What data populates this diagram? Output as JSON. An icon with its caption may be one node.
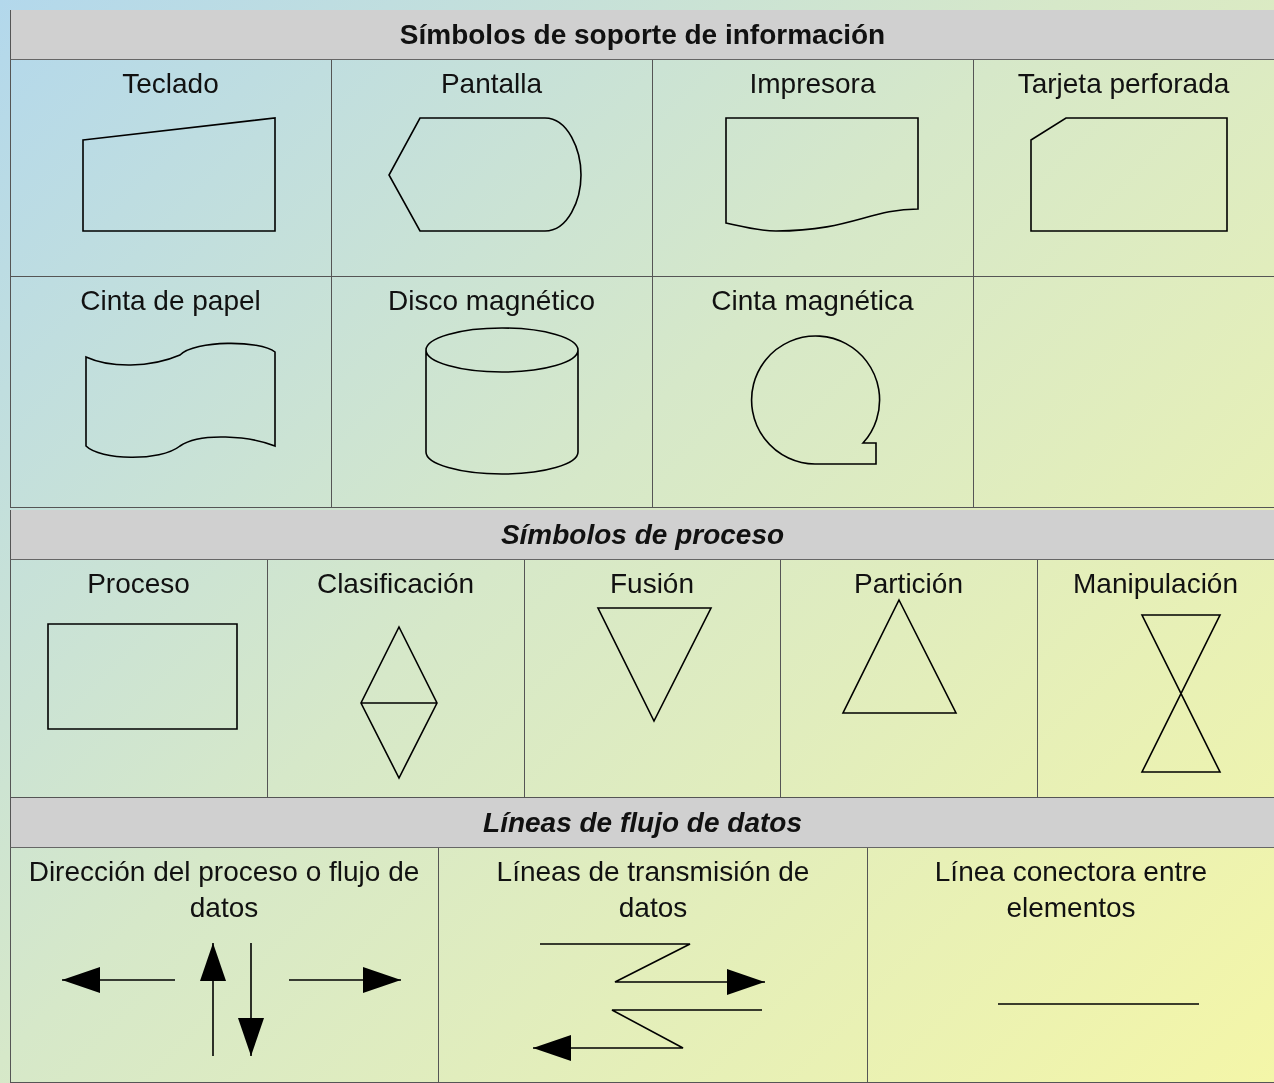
{
  "diagram": {
    "nodes": [
      {
        "text": [
          "Teclado"
        ]
      },
      {
        "text": [
          "Pantalla"
        ]
      },
      {
        "text": [
          "Impresora"
        ]
      },
      {
        "text": [
          "Tarjeta perforada"
        ]
      },
      {
        "text": [
          "Cinta de papel"
        ]
      },
      {
        "text": [
          "Disco magnético"
        ]
      },
      {
        "text": [
          "Cinta magnética"
        ]
      },
      {
        "text": [
          "Proceso"
        ]
      },
      {
        "text": [
          "Clasificación"
        ]
      },
      {
        "text": [
          "Fusión"
        ]
      },
      {
        "text": [
          "Partición"
        ]
      },
      {
        "text": [
          "Manipulación"
        ]
      }
    ],
    "labels": [
      "Símbolos de soporte de información",
      "Símbolos de proceso",
      "Líneas de flujo de datos",
      "Dirección del proceso o flujo de datos",
      "Líneas de transmisión de datos",
      "Línea conectora entre elementos"
    ]
  }
}
